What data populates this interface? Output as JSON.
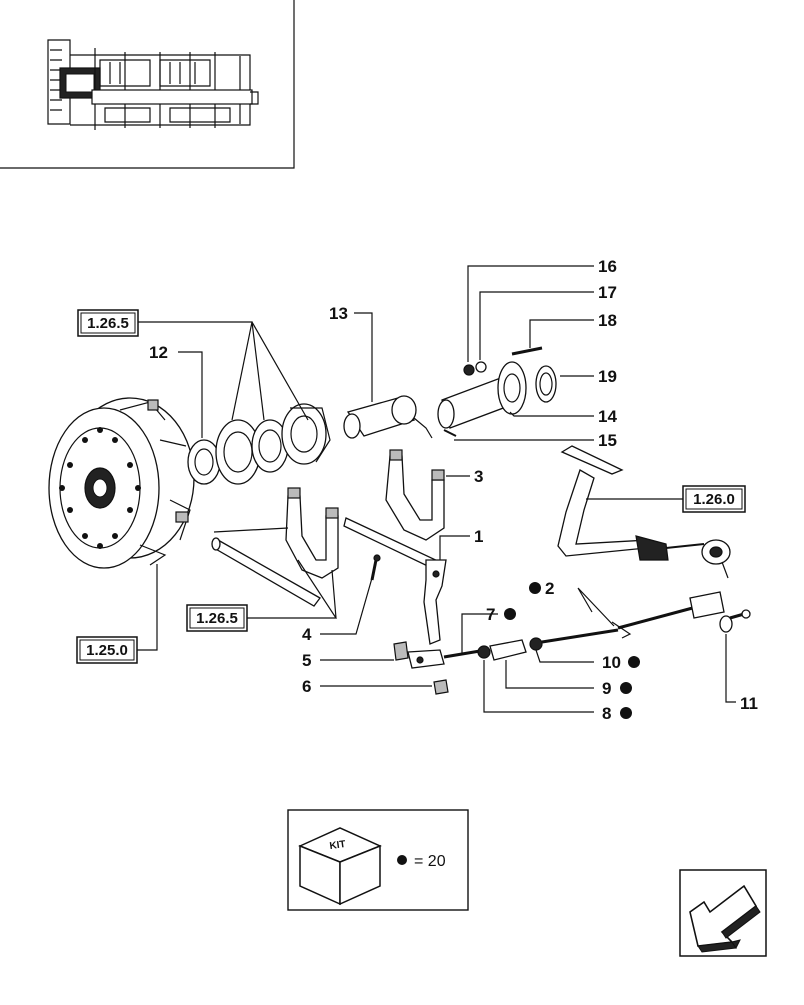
{
  "diagram": {
    "callouts": {
      "c1": "1",
      "c2": "2",
      "c3": "3",
      "c4": "4",
      "c5": "5",
      "c6": "6",
      "c7": "7",
      "c8": "8",
      "c9": "9",
      "c10": "10",
      "c11": "11",
      "c12": "12",
      "c13": "13",
      "c14": "14",
      "c15": "15",
      "c16": "16",
      "c17": "17",
      "c18": "18",
      "c19": "19"
    },
    "references": {
      "r1": "1.26.5",
      "r2": "1.26.5",
      "r3": "1.25.0",
      "r4": "1.26.0"
    },
    "kit": {
      "label": "KIT",
      "legend": "= 20"
    },
    "marker_color": "#111111",
    "icons": [
      "transmission-thumbnail",
      "kit-box-icon",
      "navigation-arrow-icon"
    ]
  }
}
